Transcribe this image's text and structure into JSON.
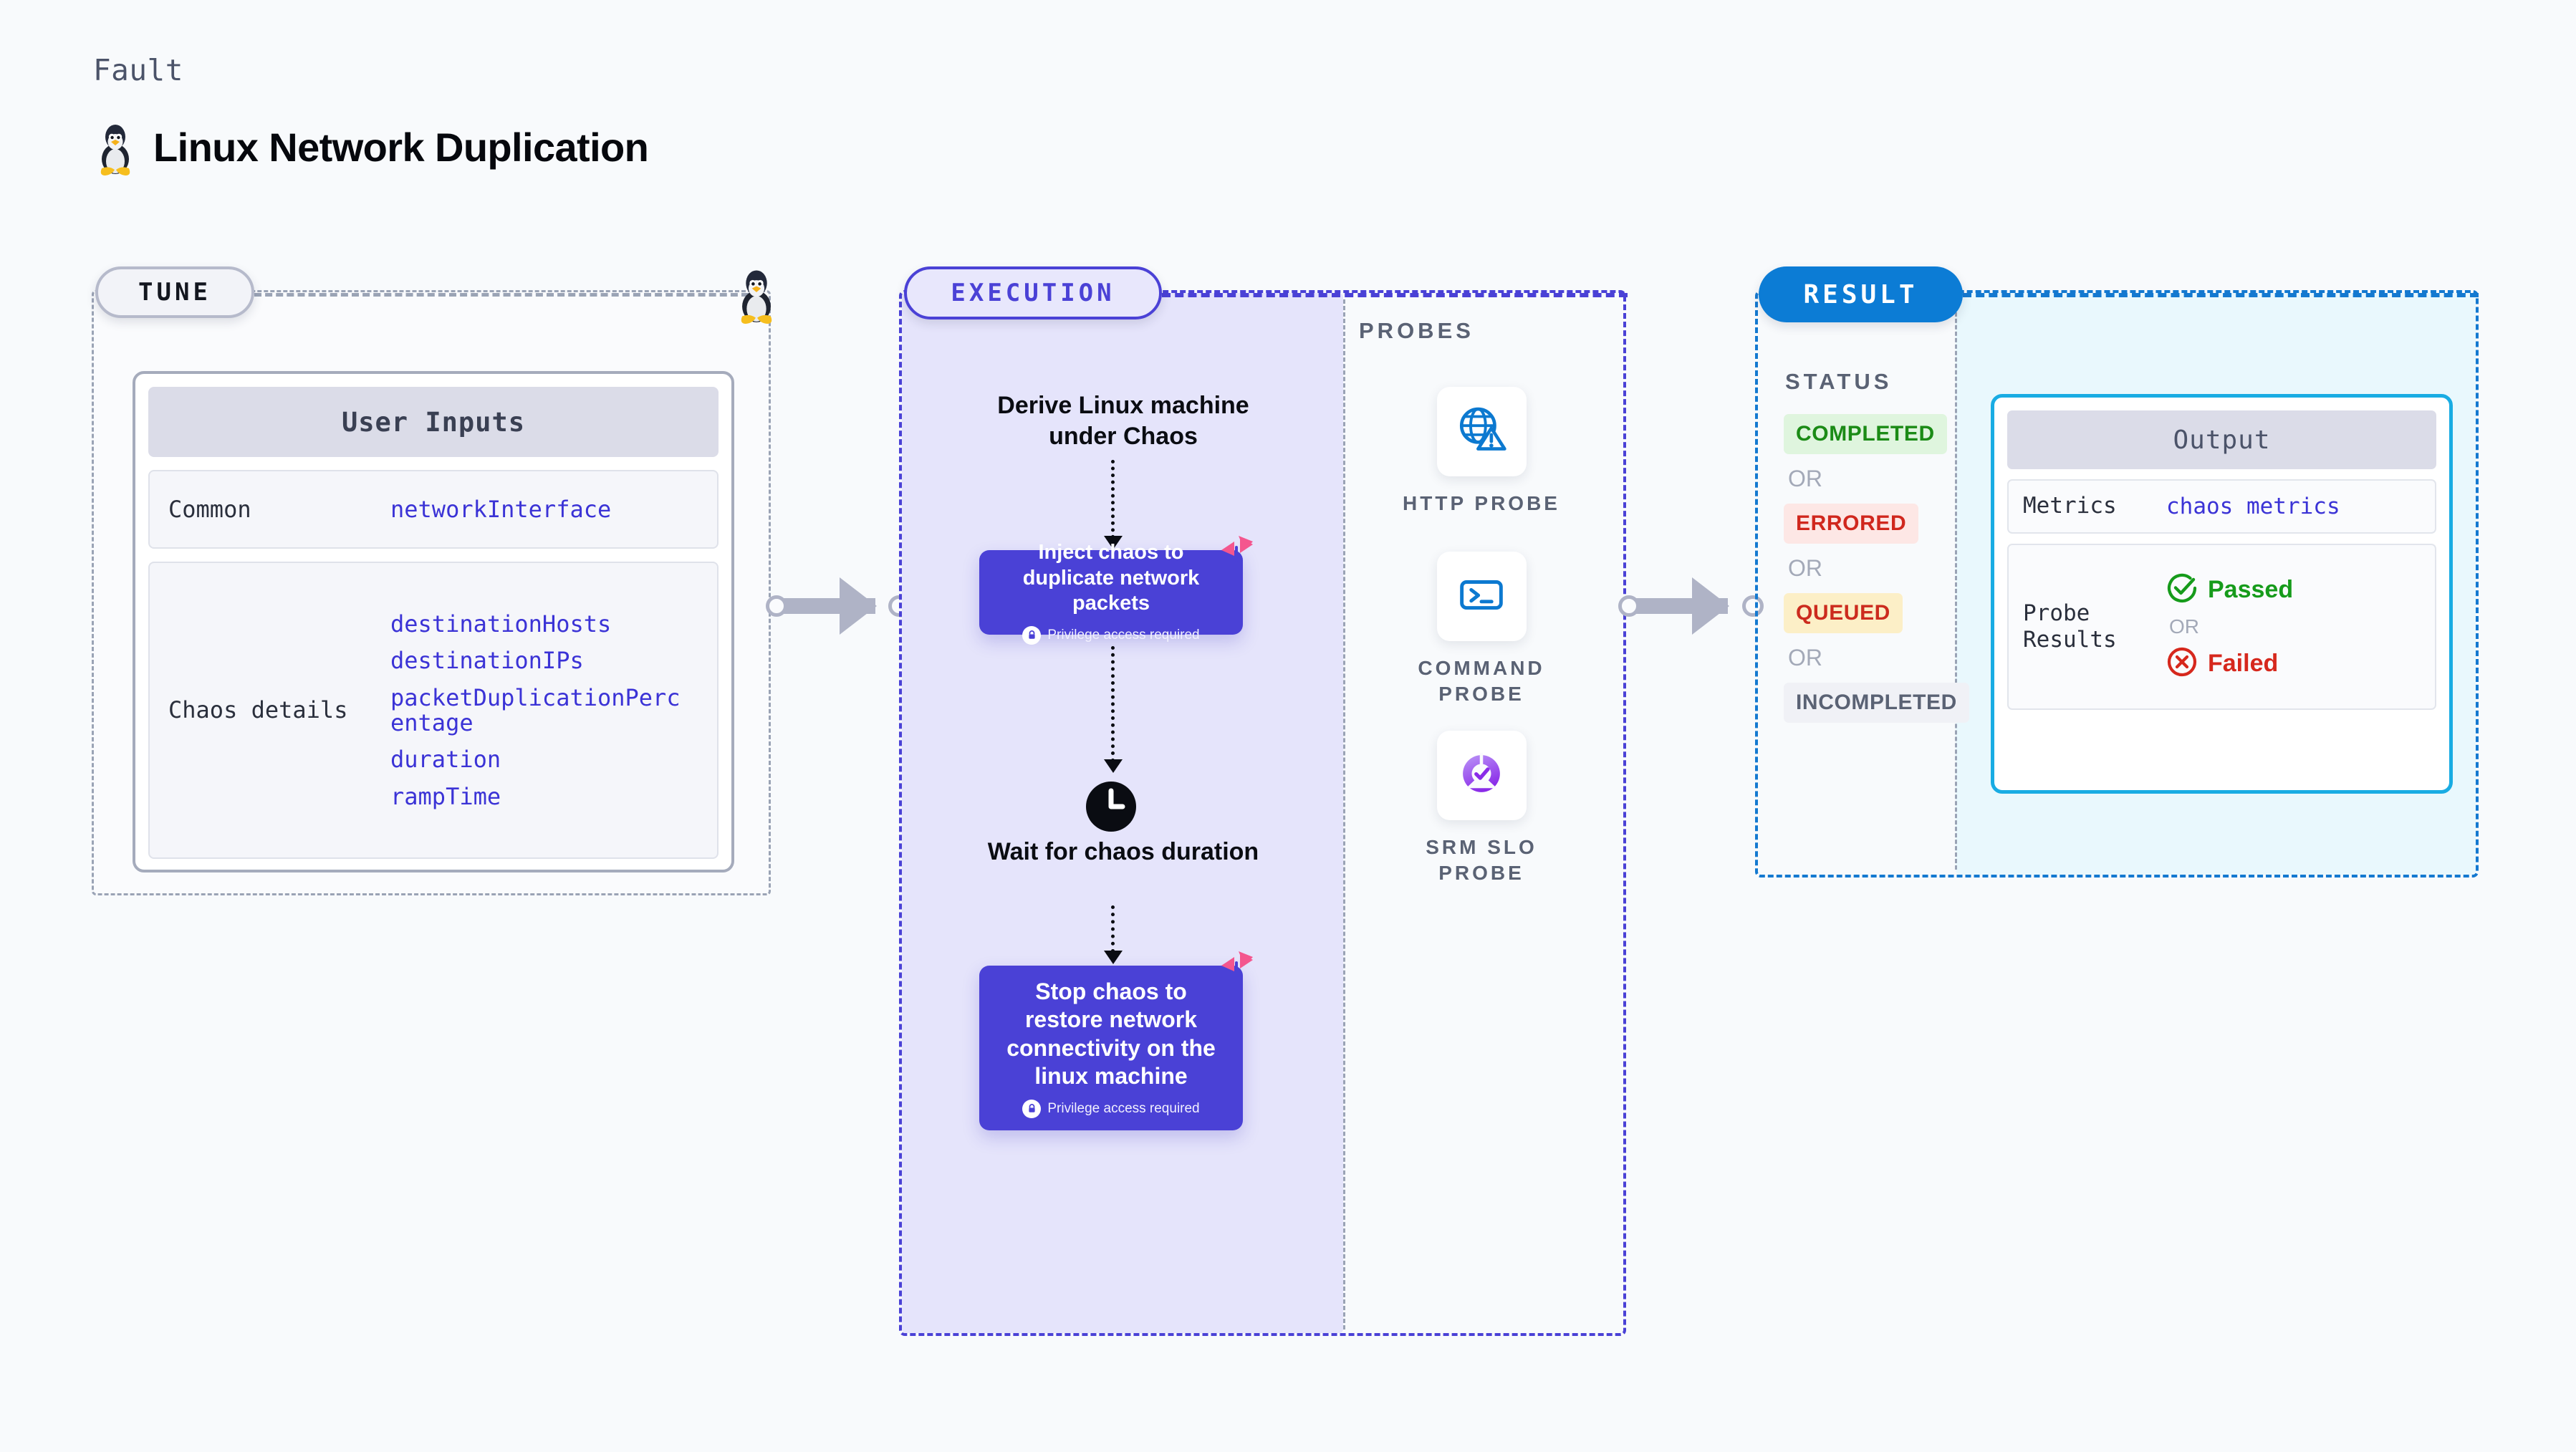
{
  "header": {
    "kicker": "Fault",
    "title": "Linux Network Duplication",
    "icon": "linux-tux-icon"
  },
  "tune": {
    "badge": "TUNE",
    "corner_icon": "linux-tux-icon",
    "user_inputs": {
      "title": "User Inputs",
      "sections": [
        {
          "label": "Common",
          "values": [
            "networkInterface"
          ]
        },
        {
          "label": "Chaos details",
          "values": [
            "destinationHosts",
            "destinationIPs",
            "packetDuplicationPercentage",
            "duration",
            "rampTime"
          ]
        }
      ]
    }
  },
  "execution": {
    "badge": "EXECUTION",
    "steps": [
      {
        "type": "heading",
        "text": "Derive Linux machine under Chaos"
      },
      {
        "type": "card",
        "text": "Inject chaos to duplicate network packets",
        "note": "Privilege access required",
        "note_icon": "lock-icon",
        "corner_icon": "harness-logo-icon"
      },
      {
        "type": "heading",
        "text": "Wait for chaos duration",
        "icon": "clock-icon"
      },
      {
        "type": "card",
        "text": "Stop chaos to restore network connectivity on the linux machine",
        "note": "Privilege access required",
        "note_icon": "lock-icon",
        "corner_icon": "harness-logo-icon"
      }
    ]
  },
  "probes": {
    "title": "PROBES",
    "items": [
      {
        "label": "HTTP PROBE",
        "icon": "globe-warning-icon"
      },
      {
        "label": "COMMAND PROBE",
        "icon": "terminal-icon"
      },
      {
        "label": "SRM SLO PROBE",
        "icon": "slo-donut-check-icon"
      }
    ]
  },
  "result": {
    "badge": "RESULT",
    "status_title": "STATUS",
    "or_label": "OR",
    "statuses": [
      {
        "label": "COMPLETED",
        "style": "completed"
      },
      {
        "label": "ERRORED",
        "style": "errored"
      },
      {
        "label": "QUEUED",
        "style": "queued"
      },
      {
        "label": "INCOMPLETED",
        "style": "incompleted"
      }
    ],
    "output": {
      "title": "Output",
      "metrics_label": "Metrics",
      "metrics_value": "chaos metrics",
      "probe_results_label": "Probe Results",
      "pass_label": "Passed",
      "pass_icon": "check-circle-icon",
      "or_label": "OR",
      "fail_label": "Failed",
      "fail_icon": "x-circle-icon"
    }
  },
  "colors": {
    "background": "#F8FAFC",
    "execution_accent": "#4A41D6",
    "result_accent": "#0C7CD5",
    "output_border": "#19ACE3",
    "tune_border": "#9AA3B5",
    "value_text": "#3B33D6",
    "connector": "#AFB3C6",
    "pass_green": "#169B1B",
    "fail_red": "#D6281D",
    "harness_pink": "#F4568E"
  }
}
